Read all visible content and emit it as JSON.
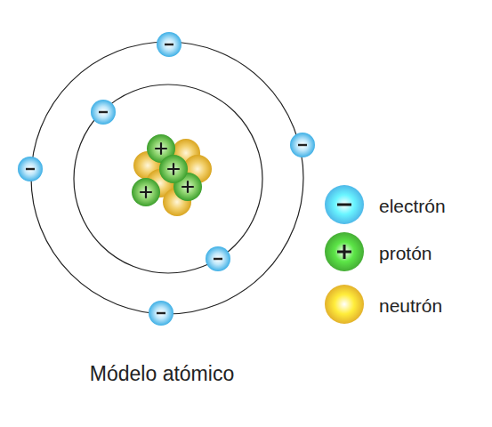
{
  "diagram": {
    "caption": "Módelo atómico",
    "legend": [
      {
        "text": "electrón",
        "color": "#4fb8e8"
      },
      {
        "text": "protón",
        "color": "#45ad35"
      },
      {
        "text": "neutrón",
        "color": "#e3b22c"
      }
    ]
  }
}
